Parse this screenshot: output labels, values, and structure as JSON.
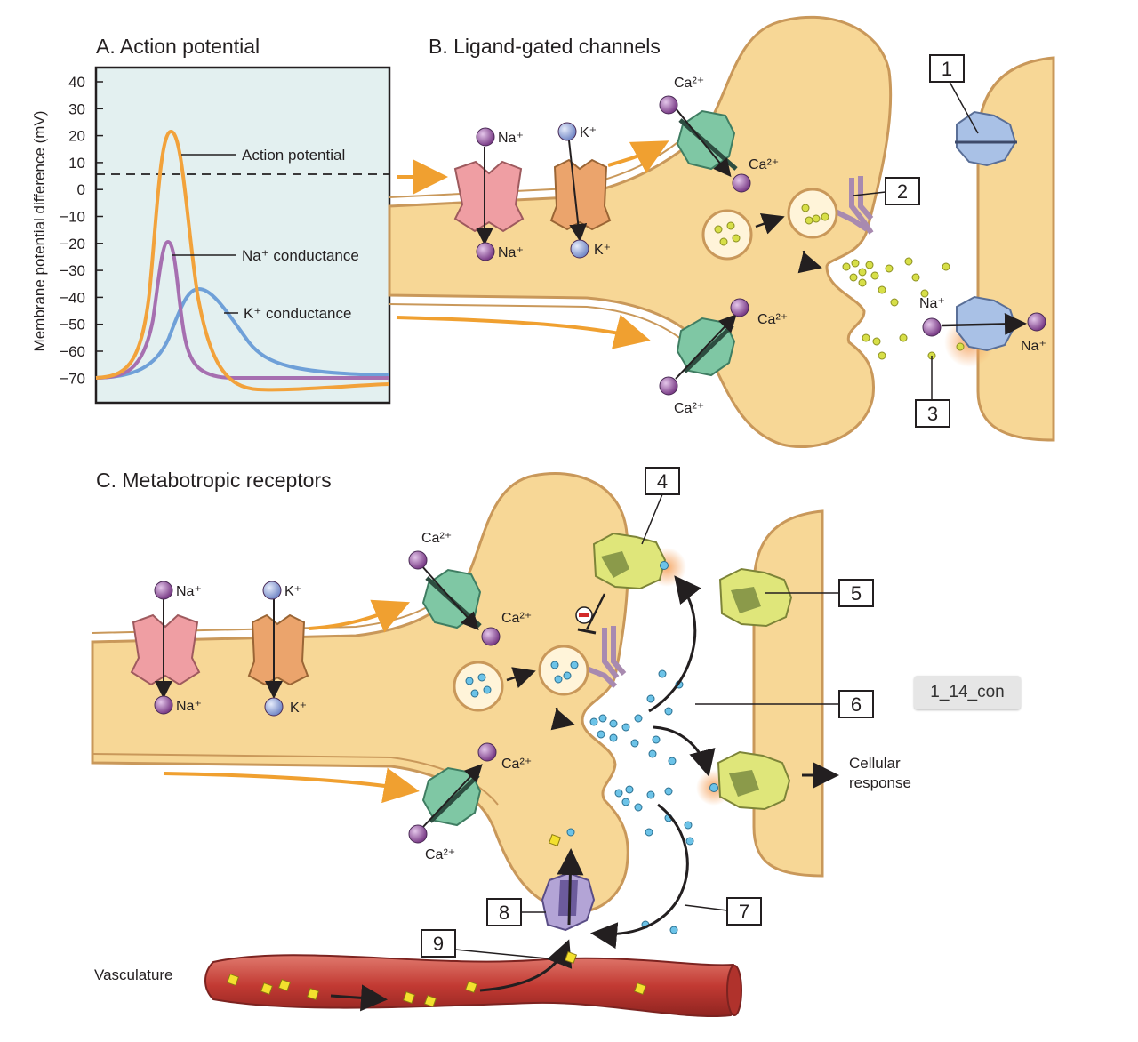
{
  "panels": {
    "a_title": "A.  Action potential",
    "b_title": "B.  Ligand-gated channels",
    "c_title": "C.  Metabotropic receptors"
  },
  "chart": {
    "ylabel": "Membrane potential difference (mV)",
    "yticks": [
      "40",
      "30",
      "20",
      "10",
      "0",
      "−10",
      "−20",
      "−30",
      "−40",
      "−50",
      "−60",
      "−70"
    ],
    "labels": {
      "action": "Action potential",
      "na": "Na⁺ conductance",
      "k": "K⁺ conductance"
    },
    "colors": {
      "action": "#f2a23b",
      "na": "#a66fb0",
      "k": "#6fa0d8",
      "bg": "#e3f0f0"
    }
  },
  "ions": {
    "na": "Na⁺",
    "k": "K⁺",
    "ca": "Ca²⁺"
  },
  "callouts": [
    "1",
    "2",
    "3",
    "4",
    "5",
    "6",
    "7",
    "8",
    "9"
  ],
  "text": {
    "vasculature": "Vasculature",
    "cellular_1": "Cellular",
    "cellular_2": "response"
  },
  "tag": "1_14_con",
  "colors": {
    "axon": "#f7d796",
    "axon_edge": "#c9985a",
    "na_ion": "#8e4f9a",
    "k_ion": "#8fa3d8",
    "orange_arrow": "#f0a030",
    "vessel": "#c8443c",
    "vesicle_b": "#d7df48",
    "vesicle_c": "#6cc3e8"
  }
}
